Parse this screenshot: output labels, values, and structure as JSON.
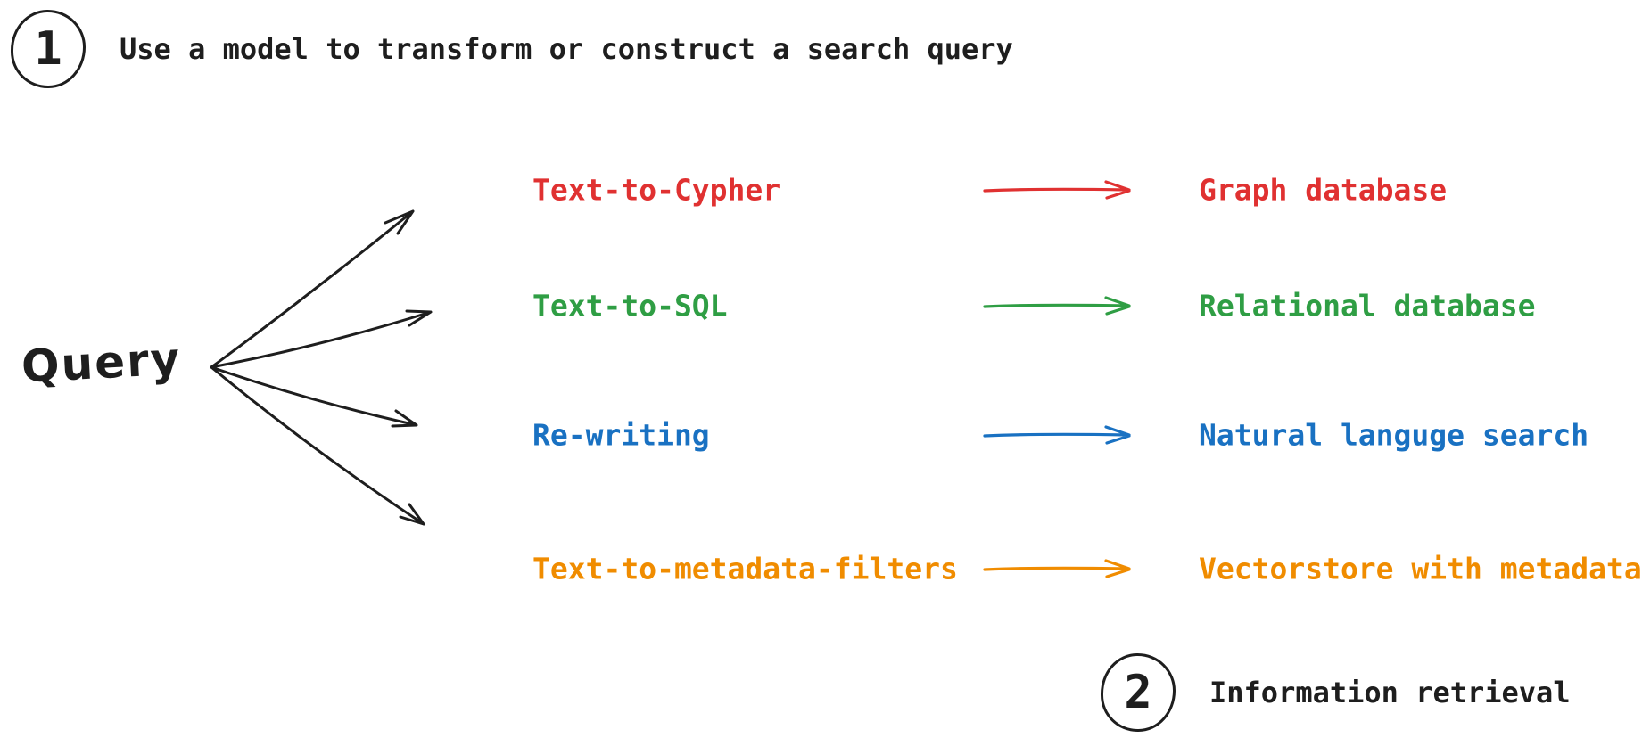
{
  "steps": {
    "step1": {
      "number": "1",
      "label": "Use a model to transform or construct a search query"
    },
    "step2": {
      "number": "2",
      "label": "Information retrieval"
    }
  },
  "query_label": "Query",
  "rows": [
    {
      "method": "Text-to-Cypher",
      "target": "Graph database",
      "color": "#e03131"
    },
    {
      "method": "Text-to-SQL",
      "target": "Relational database",
      "color": "#2f9e44"
    },
    {
      "method": "Re-writing",
      "target": "Natural languge search",
      "color": "#1971c2"
    },
    {
      "method": "Text-to-metadata-filters",
      "target": "Vectorstore with metadata",
      "color": "#f08c00"
    }
  ],
  "icons": {
    "fan_arrows": "four hand-drawn arrows fanning out from Query",
    "row_arrow": "hand-drawn right arrow"
  },
  "colors": {
    "ink": "#1e1e1e",
    "background": "#ffffff",
    "red": "#e03131",
    "green": "#2f9e44",
    "blue": "#1971c2",
    "orange": "#f08c00"
  }
}
